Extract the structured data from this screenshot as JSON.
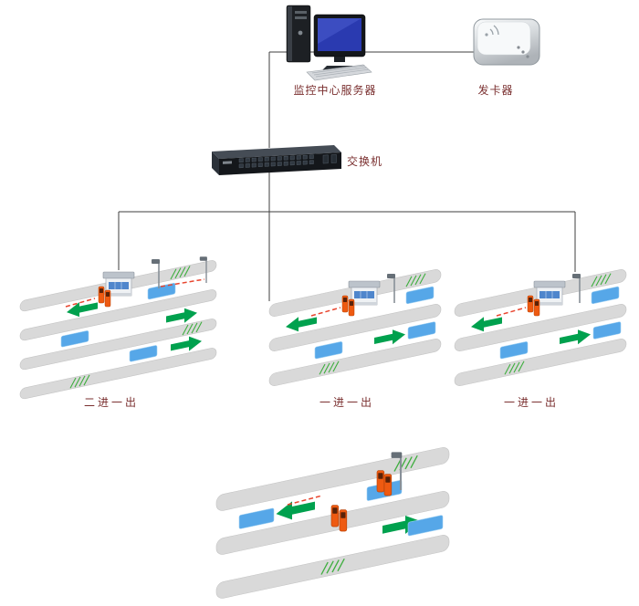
{
  "devices": {
    "server": {
      "label": "监控中心服务器"
    },
    "card_issuer": {
      "label": "发卡器"
    },
    "switch": {
      "label": "交换机"
    }
  },
  "lane_groups": [
    {
      "label": "二进一出"
    },
    {
      "label": "一进一出"
    },
    {
      "label": "一进一出"
    },
    {
      "label": ""
    }
  ],
  "colors": {
    "background": "#ffffff",
    "connection_line": "#3f3f3f",
    "label_text": "#7a2f2f",
    "road": "#d9d9d9",
    "induction_coil": "#56a7e8",
    "direction_arrow": "#00a14e",
    "barrier_machine": "#ee5a11",
    "barrier_arm": "#e8452e",
    "grass_mark": "#3fae3f",
    "monitor_screen": "#2a3ab0"
  }
}
